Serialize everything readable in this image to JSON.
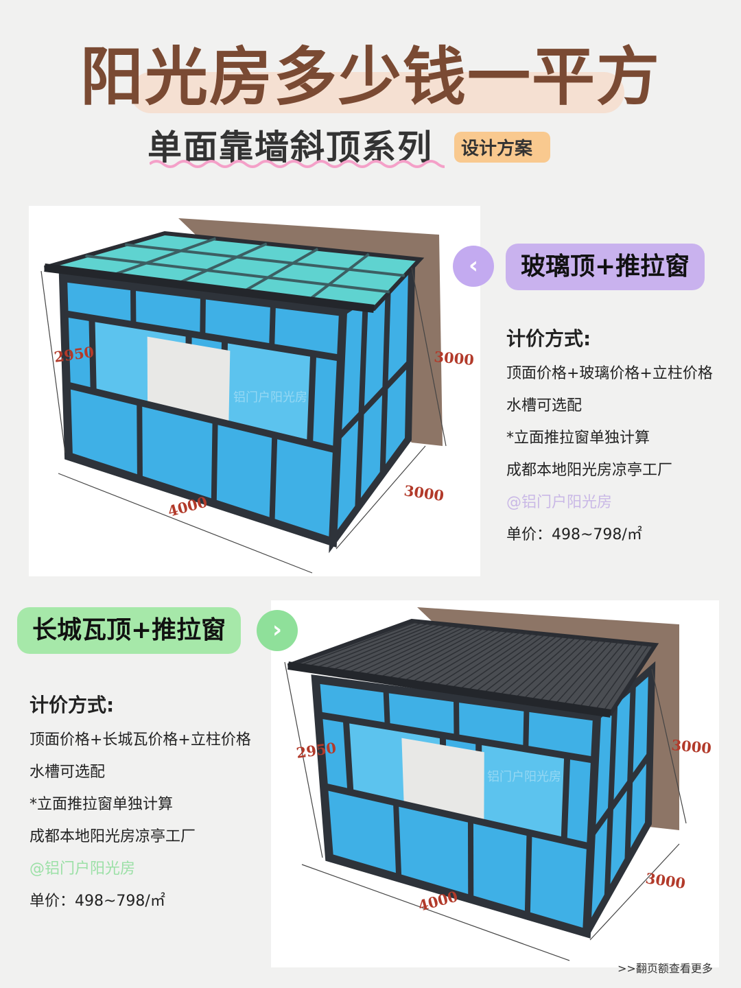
{
  "header": {
    "title": "阳光房多少钱一平方",
    "subtitle": "单面靠墙斜顶系列",
    "tag": "设计方案"
  },
  "colors": {
    "title": "#7a4a33",
    "tag_bg": "#f9c98f",
    "purple": "#c9b2ee",
    "green": "#a6e8a9",
    "glass": "#3fb0e6",
    "frame": "#2e333a"
  },
  "option1": {
    "label": "玻璃顶+推拉窗",
    "nav_icon": "chevron-left-icon",
    "pricing_heading": "计价方式:",
    "lines": [
      "顶面价格+玻璃价格+立柱价格",
      "水槽可选配",
      "*立面推拉窗单独计算",
      "成都本地阳光房凉亭工厂"
    ],
    "account": "@铝门户阳光房",
    "unit_price": "单价：498~798/㎡",
    "dims": {
      "height_left": "2950",
      "height_right": "3000",
      "depth": "3000",
      "width": "4000"
    },
    "watermark": "铝门户阳光房"
  },
  "option2": {
    "label": "长城瓦顶+推拉窗",
    "nav_icon": "chevron-right-icon",
    "pricing_heading": "计价方式:",
    "lines": [
      "顶面价格+长城瓦价格+立柱价格",
      "水槽可选配",
      "*立面推拉窗单独计算",
      "成都本地阳光房凉亭工厂"
    ],
    "account": "@铝门户阳光房",
    "unit_price": "单价：498~798/㎡",
    "dims": {
      "height_left": "2950",
      "height_right": "3000",
      "depth": "3000",
      "width": "4000"
    },
    "watermark": "铝门户阳光房"
  },
  "footer": ">>翻页额查看更多"
}
